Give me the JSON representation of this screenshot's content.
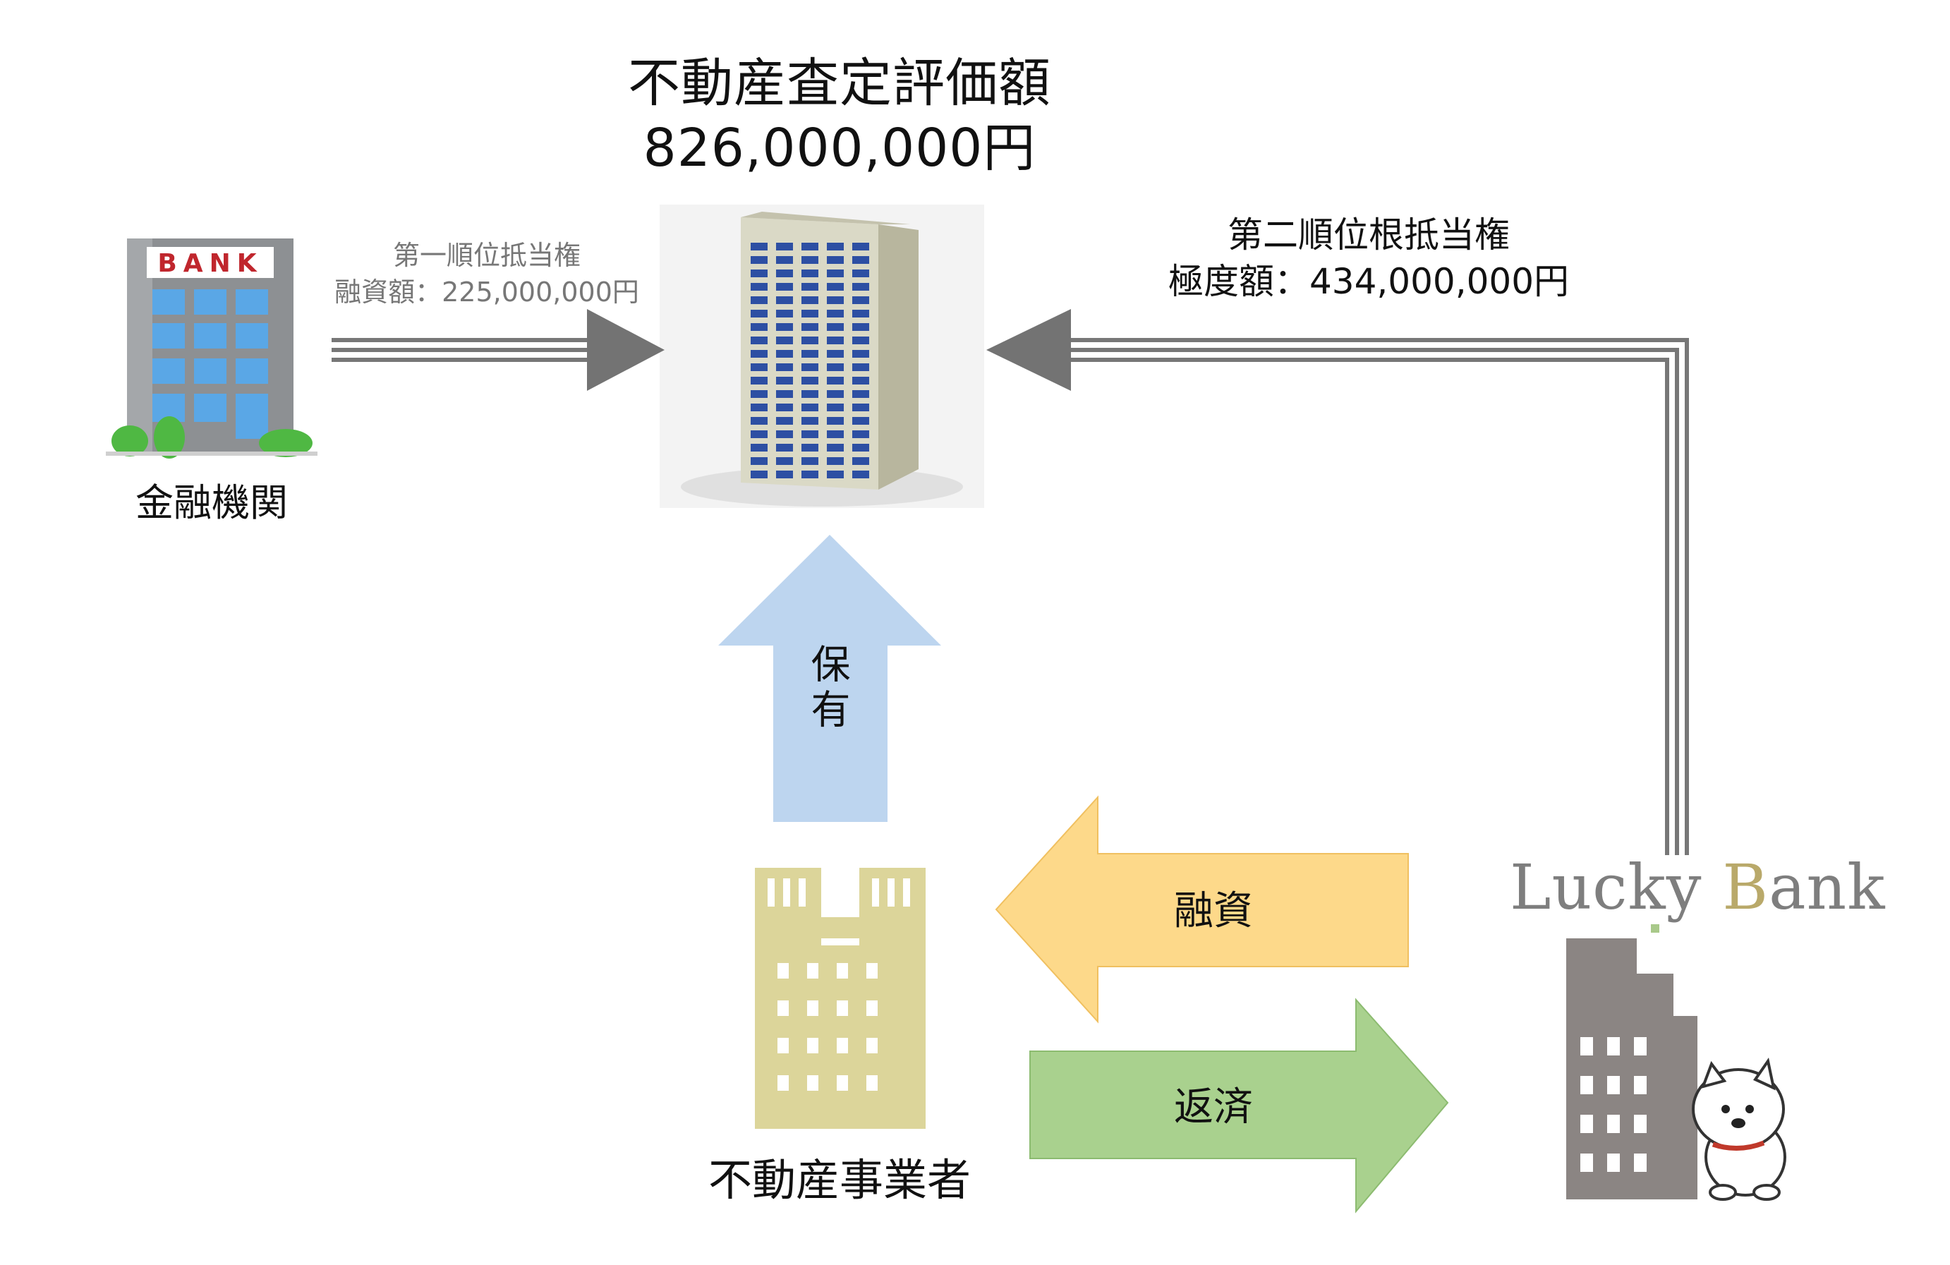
{
  "property": {
    "title": "不動産査定評価額",
    "amount": "826,000,000円"
  },
  "bank": {
    "sign": "BANK",
    "caption": "金融機関"
  },
  "first_lien": {
    "line1": "第一順位抵当権",
    "line2": "融資額：225,000,000円"
  },
  "second_lien": {
    "line1": "第二順位根抵当権",
    "line2": "極度額：434,000,000円"
  },
  "owner_arrow": {
    "label": "保有"
  },
  "developer": {
    "caption": "不動産事業者"
  },
  "loan_arrow": {
    "label": "融資"
  },
  "repay_arrow": {
    "label": "返済"
  },
  "lucky_bank": {
    "brand_left": "Lucky",
    "brand_right": "Bank"
  },
  "colors": {
    "blue_arrow": "#bdd5ef",
    "orange_arrow": "#fdd98a",
    "green_arrow": "#a9d18e",
    "double_line": "#777777",
    "developer_building": "#dcd59a",
    "lucky_building": "#8b8583"
  }
}
